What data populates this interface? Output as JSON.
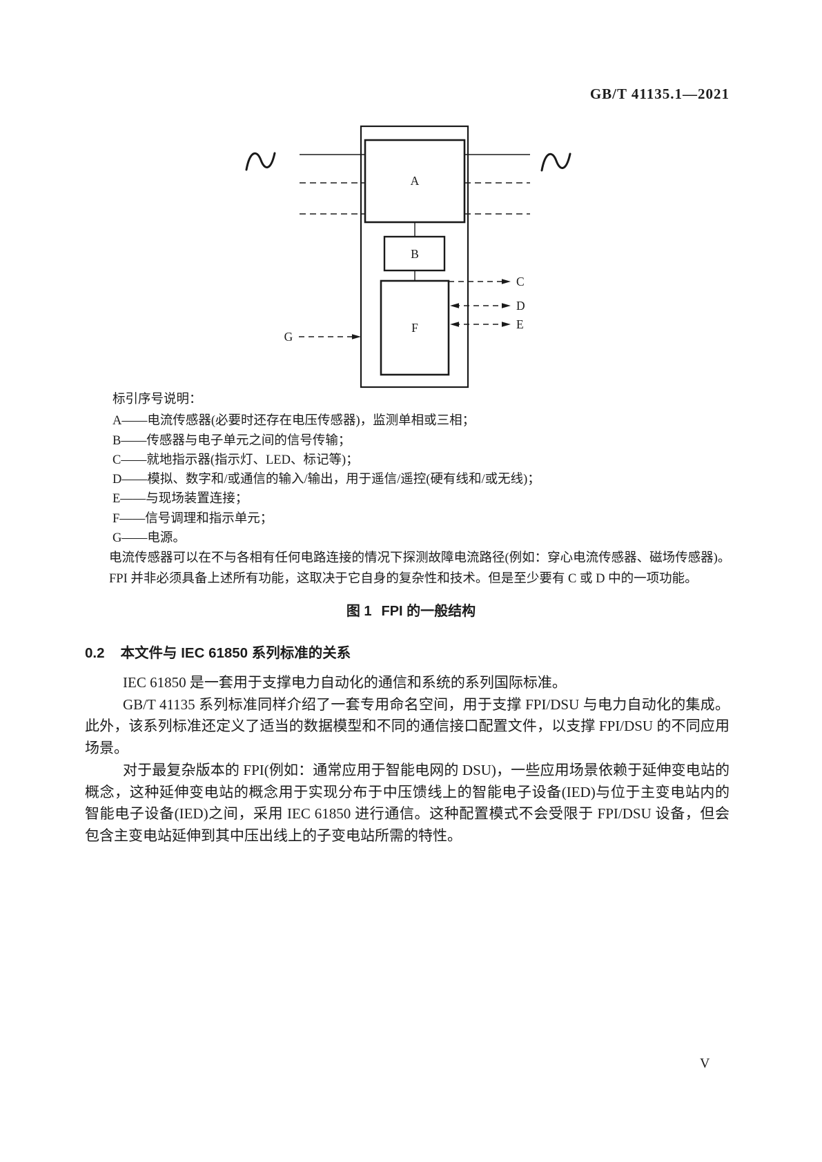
{
  "header": {
    "doc_number": "GB/T 41135.1—2021"
  },
  "figure": {
    "diagram": {
      "labels": {
        "A": "A",
        "B": "B",
        "C": "C",
        "D": "D",
        "E": "E",
        "F": "F",
        "G": "G"
      }
    },
    "legend_intro": "标引序号说明：",
    "legend": [
      "A——电流传感器(必要时还存在电压传感器)，监测单相或三相；",
      "B——传感器与电子单元之间的信号传输；",
      "C——就地指示器(指示灯、LED、标记等)；",
      "D——模拟、数字和/或通信的输入/输出，用于遥信/遥控(硬有线和/或无线)；",
      "E——与现场装置连接；",
      "F——信号调理和指示单元；",
      "G——电源。"
    ],
    "notes": [
      "电流传感器可以在不与各相有任何电路连接的情况下探测故障电流路径(例如：穿心电流传感器、磁场传感器)。",
      "FPI 并非必须具备上述所有功能，这取决于它自身的复杂性和技术。但是至少要有 C 或 D 中的一项功能。"
    ],
    "caption_label": "图 1",
    "caption_title": "FPI 的一般结构"
  },
  "section": {
    "number": "0.2",
    "title": "本文件与 IEC 61850 系列标准的关系"
  },
  "body": {
    "lines": [
      "IEC 61850 是一套用于支撑电力自动化的通信和系统的系列国际标准。",
      "GB/T 41135 系列标准同样介绍了一套专用命名空间，用于支撑 FPI/DSU 与电力自动化的集成。",
      "此外，该系列标准还定义了适当的数据模型和不同的通信接口配置文件，以支撑 FPI/DSU 的不同应用",
      "场景。",
      "对于最复杂版本的 FPI(例如：通常应用于智能电网的 DSU)，一些应用场景依赖于延伸变电站的",
      "概念，这种延伸变电站的概念用于实现分布于中压馈线上的智能电子设备(IED)与位于主变电站内的",
      "智能电子设备(IED)之间，采用 IEC 61850 进行通信。这种配置模式不会受限于 FPI/DSU 设备，但会",
      "包含主变电站延伸到其中压出线上的子变电站所需的特性。"
    ]
  },
  "footer": {
    "page_number": "V"
  }
}
